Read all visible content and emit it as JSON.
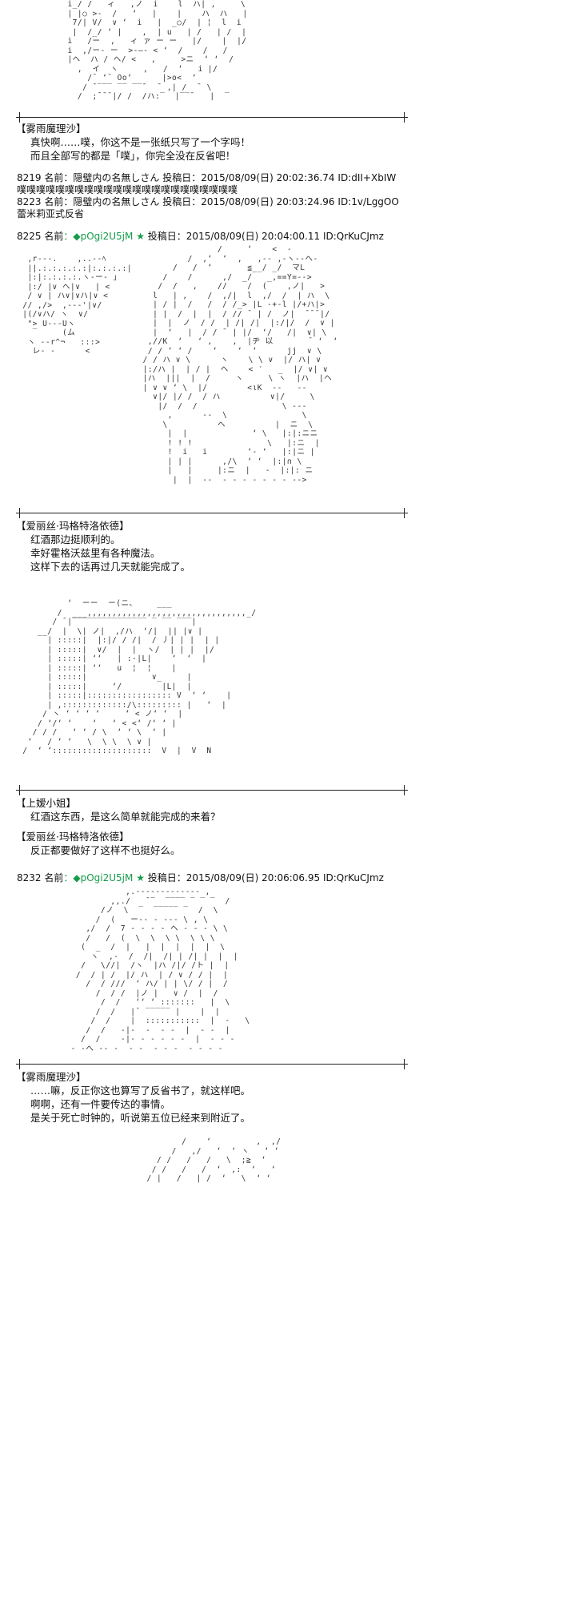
{
  "art": {
    "art1": [
      "  i_/ /   ィ   ,ノ  i    l  ハ| ,     \\",
      "  | |○ >-  /   ‘   |    |    ハ  ハ   |",
      "   7/| V/  ∨ ‘  i   |  _○/  | ¦  l  i",
      "   |  /_/ ‘ |    ,  | u   | /   | /  |",
      "  i   /ー  ,   ィ ァ ー ー   |/    |  |/",
      "  i  ,/ー‐ ー  >-―‐ < ‘  /    /   /",
      "  |ヘ  ハ / ヘ/ <   ,     >ニ  ‘ ‘  /",
      "    ,  イ  ヽ     ,   /  ‘   i |/  ",
      "      /¯ ‘¯ Oo‘      |>o<  ‘",
      "     / ¯‾‾‾ ‾‾ ‾‾¯  ¯ ,| /  ¯ \\",
      "    /  ;¯¯¯|/ /  /ハ:‾  |‾‾¯   |  ‾"
    ],
    "art2": [
      "  ,r‐‐‐.    ,..‐‐ﾍ",
      "  ||.:.:.:.:.:|:.:.:.:|    ",
      "  |:|:.:.:.:.ヽ‐ー‐ 」",
      "  |:/ |∨ ヘ|∨   | <",
      "  / ∨ | ハ∨|∨ハ|∨ <",
      " // ,/>  ,---'|∨/",
      " |(/∨ハ/ ヽ  ∨/",
      "  \"> U---Uヽ",
      "   ‾     (ム",
      "  ヽ -‐r^¬   :::>",
      "   レ‐ ‐      <"
    ],
    "art3": [
      "                  /     ‘    <  ‐   ",
      "            /  ,‘  ‘  ,   ,-‐ ,-ヽ-‐ヘ-",
      "         /   /  ‘       ≦__/ _/  マL",
      "       /    /      ,/  _/   _,==Y=-->",
      "      /  /   ,    //    /  (    ,ノ|   >",
      "     l   | ,    /  ,/|  l  ,/  /  | ハ  \\",
      "     | / |  /   /  / /_> |L -+-l |/+ハ|>",
      "     | |  /  |  |  / // ¯ | /  ノ|  ¯¯¯|/ ",
      "     |  |  ノ  / /  | /| /|  |:/|/  /  ∨ |",
      "     |  ‘   |  / / ¯ | |/  ‘/   /|  ∨| \\",
      "    ,//K  ‘   ‘ ,    ,  |ヂ 以       ¯ ‘  ‘",
      "    / / ‘ ‘ /    ‘    ‘  ‘      jj  ∨ \\ ",
      "   / / ハ ∨ \\      ヽ    \\ \\ ∨  |/ ハ| ∨",
      "   |:/ハ |  | / |  ヘ    < ′   _  |/ ∨| ∨",
      "   |ハ  |||  |  /     ヽ     \\ ヽ  |ハ  |ヘ",
      "   | ∨ ∨ ‘ \\  |/        <ιK  -‐   -‐",
      "     ∨|/ |/ /  / ハ          ∨|/     \\",
      "      |/  /  /                 \\ -‐‐  ",
      "        ,      -‐  \\               \\",
      "       \\          ヘ          |  ニ  \\",
      "        |  |             ‘ \\   |:|:ニニ",
      "        ! ! !               \\   |:ニ  |",
      "        !  i   i        ‘‐ ‘   |:|ニ |",
      "        | | |      ,/\\  ‘ ‘  |:|∩ \\",
      "        |   |     |:ニ  |   ‐  |:|: ニ",
      "         |  |  ‐‐  ‐ ‐ ‐ ‐ ‐ ‐ ‐ ‐‐>"
    ],
    "art4": [
      "          ‘  ーー  ー(ニ、    ___",
      "        /  ___,,,,,,,,,,,,,,,,,,,,,,,,,,,,,,,,_/",
      "       / ¯|‾‾‾‾‾‾‾‾‾‾‾‾‾‾‾ ‾ ‾‾ ‾‾‾|",
      "    __/  |  \\| ノ|  ,/ハ  ‘/|  || |∨ |",
      "      | :::::|  |:|/ / /|  / 丿| | |  | |",
      "      | :::::|  ∨/  |  |  ヽ/  | | |  |/",
      "      | :::::| ‘‘   | :‐|L|    ‘  ‘  |",
      "      | :::::| ‘‘   u  ¦  ¦    |",
      "      | :::::|             ∨_     |",
      "      | :::::|     ‘/        |L|  |",
      "      | :::::|::::::::::::::::: V  ‘ ‘    |",
      "      | ,:::::::::::::/\\::::::::: |   ‘  |",
      "     / ヽ ‘ ‘ ‘ ‘     ‘ < ノ‘ ‘  |",
      "    / ‘/‘ ‘    ‘   ‘ < <‘ /‘ ‘ |",
      "   / / /   ‘ ‘ / \\  ‘ ‘ \\  ‘ |",
      "  ‘   / ‘ ‘   \\  \\ \\  \\ ∨ |",
      " /  ‘ ‘::::::::::::::::::::  V  |  V  N"
    ],
    "art5": [
      "              ,.-‐‐‐‐‐‐‐‐‐‐‐- ,",
      "           ,,./   ¯‾  ‾‾‾‾ ‾ ‾ ‾  /",
      "         /ノ  \\  ‾  ‾‾‾‾‾ ‾  /  \\",
      "        /  (   ー‐‐ ‐ -‐‐ \\ , \\",
      "      ,/  /  7 ‐ ‐ ‐ ‐ ヘ ‐ ‐ ‐ \\ \\",
      "      /   /  (  \\  \\  \\ \\  \\ \\ \\",
      "     (  _  /  |   |  |  |  |  |  \\",
      "       ヽ  ,-  /  /|  /| | /| |  |  |",
      "     /   \\//|  /ヽ  |ハ /|/ /ト |  |",
      "    /  / | /  |/ ハ  | / ∨ / / |  |",
      "      /  / ///  ‘ ハ/ | | \\/ / |  /",
      "        /  / /  |ノ |   ∨ /  |  /",
      "         /  /   ‘‘ ‘ :::::::   |  \\",
      "        /  /   |¯ ‾‾‾‾‾ |    |  |",
      "       /  /    |  :::::::::::  |  ‐   \\",
      "      /  /   ‐|‐  ‐  ‐ ‐  |  ‐ ‐  |",
      "     /  /    ‐|‐ ‐ ‐ ‐ ‐ ‐  |  ‐ ‐ ‐",
      "   ‐ ‐へ ‐‐ ‐  ‐ ‐  ‐ ‐ ‐  ‐ ‐ ‐ ‐"
    ],
    "art6": [
      "              /    ‘         ,  ,/",
      "            /   ,/   ‘  ‘ ヽ   ‘ ‘",
      "         / /   /   /   \\  ;≧  ‘",
      "        / /   /   /  ‘  ,:  ‘   ‘",
      "       / |   /   | /  ‘   \\  ‘ ‘"
    ]
  },
  "posts": [
    {
      "id": "8219",
      "label": "名前",
      "name": "：隠璧内の名無しさん",
      "date_label": "投稿日",
      "date": "：2015/08/09(日) 20:02:36.74",
      "uid": "ID:dII+XbIW",
      "body": "噗噗噗噗噗噗噗噗噗噗噗噗噗噗噗噗噗噗噗噗噗噗噗"
    },
    {
      "id": "8223",
      "label": "名前",
      "name": "：隠璧内の名無しさん",
      "date_label": "投稿日",
      "date": "：2015/08/09(日) 20:03:24.96",
      "uid": "ID:1v/LggOO",
      "body": "蕾米莉亚式反省"
    },
    {
      "id": "8225",
      "label": "名前",
      "trip": "：◆pOgi2U5jM ★",
      "date_label": "投稿日",
      "date": "：2015/08/09(日) 20:04:00.11",
      "uid": "ID:QrKuCJmz"
    },
    {
      "id": "8232",
      "label": "名前",
      "trip": "：◆pOgi2U5jM ★",
      "date_label": "投稿日",
      "date": "：2015/08/09(日) 20:06:06.95",
      "uid": "ID:QrKuCJmz"
    }
  ],
  "dialogues": [
    {
      "speaker": "【雾雨魔理沙】",
      "lines": [
        "真快啊……噗，你这不是一张纸只写了一个字吗！",
        "而且全部写的都是「噗」，你完全没在反省吧！"
      ]
    },
    {
      "speaker": "【爱丽丝·玛格特洛依德】",
      "lines": [
        "红酒那边挺顺利的。",
        "幸好霍格沃兹里有各种魔法。",
        "这样下去的话再过几天就能完成了。"
      ]
    },
    {
      "speaker": "【上嫒小姐】",
      "lines": [
        "红酒这东西，是这么简单就能完成的来着？"
      ]
    },
    {
      "speaker": "【爱丽丝·玛格特洛依德】",
      "lines": [
        "反正都要做好了这样不也挺好么。"
      ]
    },
    {
      "speaker": "【雾雨魔理沙】",
      "lines": [
        "……嘛，反正你这也算写了反省书了，就这样吧。",
        "啊啊，还有一件要传达的事情。",
        "是关于死亡时钟的，听说第五位已经来到附近了。"
      ]
    }
  ]
}
